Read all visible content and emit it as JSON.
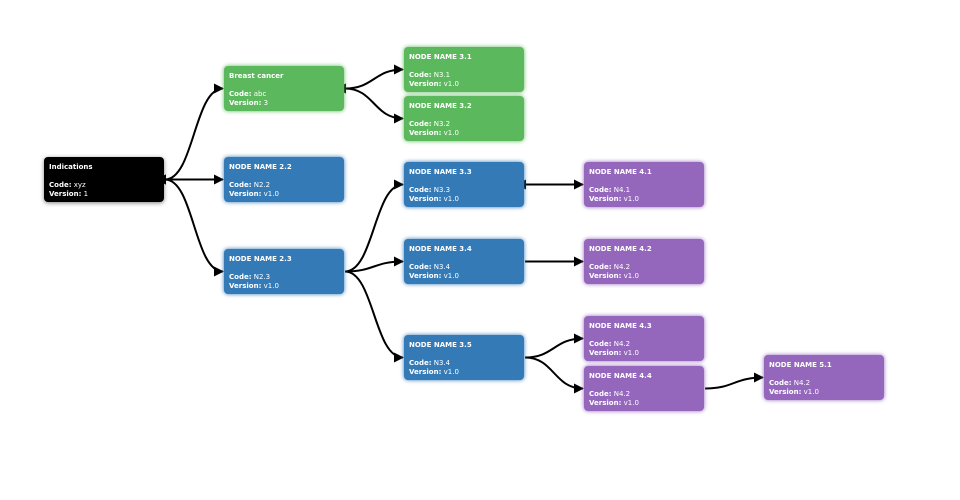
{
  "labels": {
    "code": "Code:",
    "version": "Version:"
  },
  "colors": {
    "black": "#000000",
    "green": "#5cb85c",
    "blue": "#337ab7",
    "purple": "#9467bd",
    "edge": "#000000"
  },
  "nodes": [
    {
      "id": "n1",
      "title": "Indications",
      "code": "xyz",
      "version": "1",
      "color": "black"
    },
    {
      "id": "n21",
      "title": "Breast cancer",
      "code": "abc",
      "version": "3",
      "color": "green"
    },
    {
      "id": "n22",
      "title": "NODE NAME 2.2",
      "code": "N2.2",
      "version": "v1.0",
      "color": "blue"
    },
    {
      "id": "n23",
      "title": "NODE NAME 2.3",
      "code": "N2.3",
      "version": "v1.0",
      "color": "blue"
    },
    {
      "id": "n31",
      "title": "NODE NAME 3.1",
      "code": "N3.1",
      "version": "v1.0",
      "color": "green"
    },
    {
      "id": "n32",
      "title": "NODE NAME 3.2",
      "code": "N3.2",
      "version": "v1.0",
      "color": "green"
    },
    {
      "id": "n33",
      "title": "NODE NAME 3.3",
      "code": "N3.3",
      "version": "v1.0",
      "color": "blue"
    },
    {
      "id": "n34",
      "title": "NODE NAME 3.4",
      "code": "N3.4",
      "version": "v1.0",
      "color": "blue"
    },
    {
      "id": "n35",
      "title": "NODE NAME 3.5",
      "code": "N3.4",
      "version": "v1.0",
      "color": "blue"
    },
    {
      "id": "n41",
      "title": "NODE NAME 4.1",
      "code": "N4.1",
      "version": "v1.0",
      "color": "purple"
    },
    {
      "id": "n42",
      "title": "NODE NAME 4.2",
      "code": "N4.2",
      "version": "v1.0",
      "color": "purple"
    },
    {
      "id": "n43",
      "title": "NODE NAME 4.3",
      "code": "N4.2",
      "version": "v1.0",
      "color": "purple"
    },
    {
      "id": "n44",
      "title": "NODE NAME 4.4",
      "code": "N4.2",
      "version": "v1.0",
      "color": "purple"
    },
    {
      "id": "n51",
      "title": "NODE NAME 5.1",
      "code": "N4.2",
      "version": "v1.0",
      "color": "purple"
    }
  ],
  "edges": [
    {
      "from": "n1",
      "to": "n21",
      "bidirectional": true
    },
    {
      "from": "n1",
      "to": "n22",
      "bidirectional": true
    },
    {
      "from": "n1",
      "to": "n23",
      "bidirectional": true
    },
    {
      "from": "n21",
      "to": "n31",
      "bidirectional": true
    },
    {
      "from": "n21",
      "to": "n32",
      "bidirectional": true
    },
    {
      "from": "n23",
      "to": "n33",
      "bidirectional": false
    },
    {
      "from": "n23",
      "to": "n34",
      "bidirectional": false
    },
    {
      "from": "n23",
      "to": "n35",
      "bidirectional": false
    },
    {
      "from": "n33",
      "to": "n41",
      "bidirectional": true
    },
    {
      "from": "n34",
      "to": "n42",
      "bidirectional": false
    },
    {
      "from": "n35",
      "to": "n43",
      "bidirectional": false
    },
    {
      "from": "n35",
      "to": "n44",
      "bidirectional": false
    },
    {
      "from": "n44",
      "to": "n51",
      "bidirectional": false
    }
  ]
}
